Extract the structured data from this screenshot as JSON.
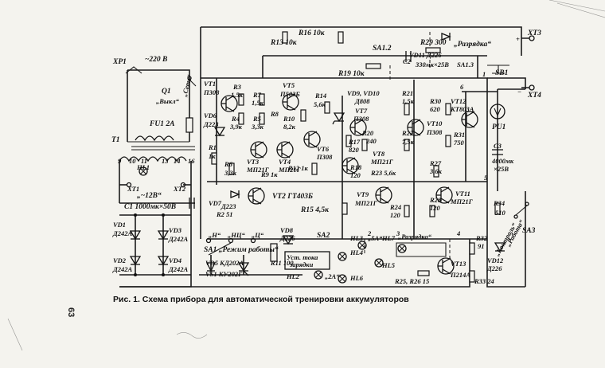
{
  "caption": "Рис. 1. Схема прибора для автоматической тренировки аккумуляторов",
  "page_number": "63",
  "labels": {
    "XP1": "XP1",
    "v220": "~220 В",
    "Q1": "Q1",
    "vykl": "„Выкл“",
    "set": "„Сеть“",
    "FU1": "FU1 2А",
    "T1": "T1",
    "t9": "9",
    "t10": "10",
    "t11": "11",
    "t13": "13",
    "t14": "14",
    "t16": "16",
    "HL1": "HL1",
    "XT1": "XT1",
    "XT2": "XT2",
    "v12": "„~12В“",
    "C1": "C1 1000мк×50В",
    "VD1": "VD1",
    "VD1t": "Д242А",
    "VD2": "VD2",
    "VD2t": "Д242А",
    "VD3": "VD3",
    "VD3t": "Д242А",
    "VD4": "VD4",
    "VD4t": "Д242А",
    "VD5": "VD5 КД202А",
    "VS1": "VS1 КУ202Г",
    "R11": "R11 100",
    "VD8": "VD8",
    "VD8t": "Д226",
    "VT1": "VT1",
    "VT1t": "П308",
    "VD6": "VD6",
    "VD6t": "Д223",
    "VD7": "VD7",
    "VD7t": "Д223",
    "R1": "R1",
    "R1t": "1к",
    "R2": "R2 51",
    "R3": "R3",
    "R3t": "1,5к",
    "R4": "R4",
    "R4t": "3,9к",
    "R5": "R5",
    "R5t": "3,3к",
    "R6": "R6",
    "R6t": "3,3к",
    "R7": "R7",
    "R7t": "1,5к",
    "R8": "R8",
    "R9": "R9 1к",
    "R10": "R10",
    "R10t": "8,2к",
    "R12": "R12 1к",
    "R13": "R13 10к",
    "R14": "R14",
    "R14t": "5,6к",
    "R15": "R15 4,5к",
    "R16": "R16 10к",
    "R17": "R17",
    "R17t": "820",
    "R18": "R18",
    "R18t": "120",
    "R19": "R19 10к",
    "R20": "R20",
    "R20t": "240",
    "R21": "R21",
    "R21t": "1,5к",
    "R22": "R22",
    "R22t": "7,5к",
    "R23": "R23 5,6к",
    "R24": "R24",
    "R24t": "120",
    "R25": "R25, R26 15",
    "R27": "R27",
    "R27t": "3,6к",
    "R28": "R28",
    "R28t": "120",
    "R29": "R29 300",
    "R30": "R30",
    "R30t": "620",
    "R31": "R31",
    "R31t": "750",
    "R32": "R32",
    "R32t": "91",
    "R33": "R33 24",
    "R34": "R34",
    "R34t": "510",
    "VT2": "VT2 ГТ403Б",
    "VT3": "VT3",
    "VT3t": "МП21Г",
    "VT4": "VT4",
    "VT4t": "МП21Г",
    "VT5": "VT5",
    "VT5t": "П503Б",
    "VT6": "VT6",
    "VT6t": "П308",
    "VT7": "VT7",
    "VT7t": "П308",
    "VD9": "VD9, VD10",
    "VD9t": "Д808",
    "VT8": "VT8",
    "VT8t": "МП21Г",
    "VT9": "VT9",
    "VT9t": "МП21Г",
    "VT10": "VT10",
    "VT10t": "П308",
    "VT11": "VT11",
    "VT11t": "МП21Г",
    "VT12": "VT12",
    "VT12t": "КТ803А",
    "VT13": "VT13",
    "VT13t": "П214А",
    "SA1": "SA1 „Режим работы“",
    "n_H": "„Н“",
    "n_NC": "„НЦ“",
    "n_C": "„Ц“",
    "SA2": "SA2",
    "SA12": "SA1.2",
    "SA13": "SA1.3",
    "HL2": "HL2",
    "HL2t": "„2А“",
    "HL3": "HL3",
    "HL3t": "„5А“",
    "HL4": "HL4",
    "HL5": "HL5",
    "HL6": "HL6",
    "HL7": "HL7",
    "HL7t": "„Разрядка“",
    "ustok": "Уст. тока",
    "zaryadki": "зарядки",
    "VD11": "VD11 Д226",
    "VD12": "VD12",
    "VD12t": "Д226",
    "C2": "C2",
    "C2t": "330мк×25В",
    "C3": "C3",
    "C3t1": "4000мк",
    "C3t2": "×25В",
    "PU1": "PU1",
    "SB1": "SB1",
    "razryadka": "„Разрядка“",
    "XT3": "XT3",
    "XT4": "XT4",
    "SA3": "SA3",
    "rabota": "„Работа“",
    "kontrol": "„Контроль“",
    "n1": "1",
    "n2": "2",
    "n3": "3",
    "n4": "4",
    "n5": "5",
    "n6": "6",
    "plus": "+",
    "minus": "−"
  }
}
